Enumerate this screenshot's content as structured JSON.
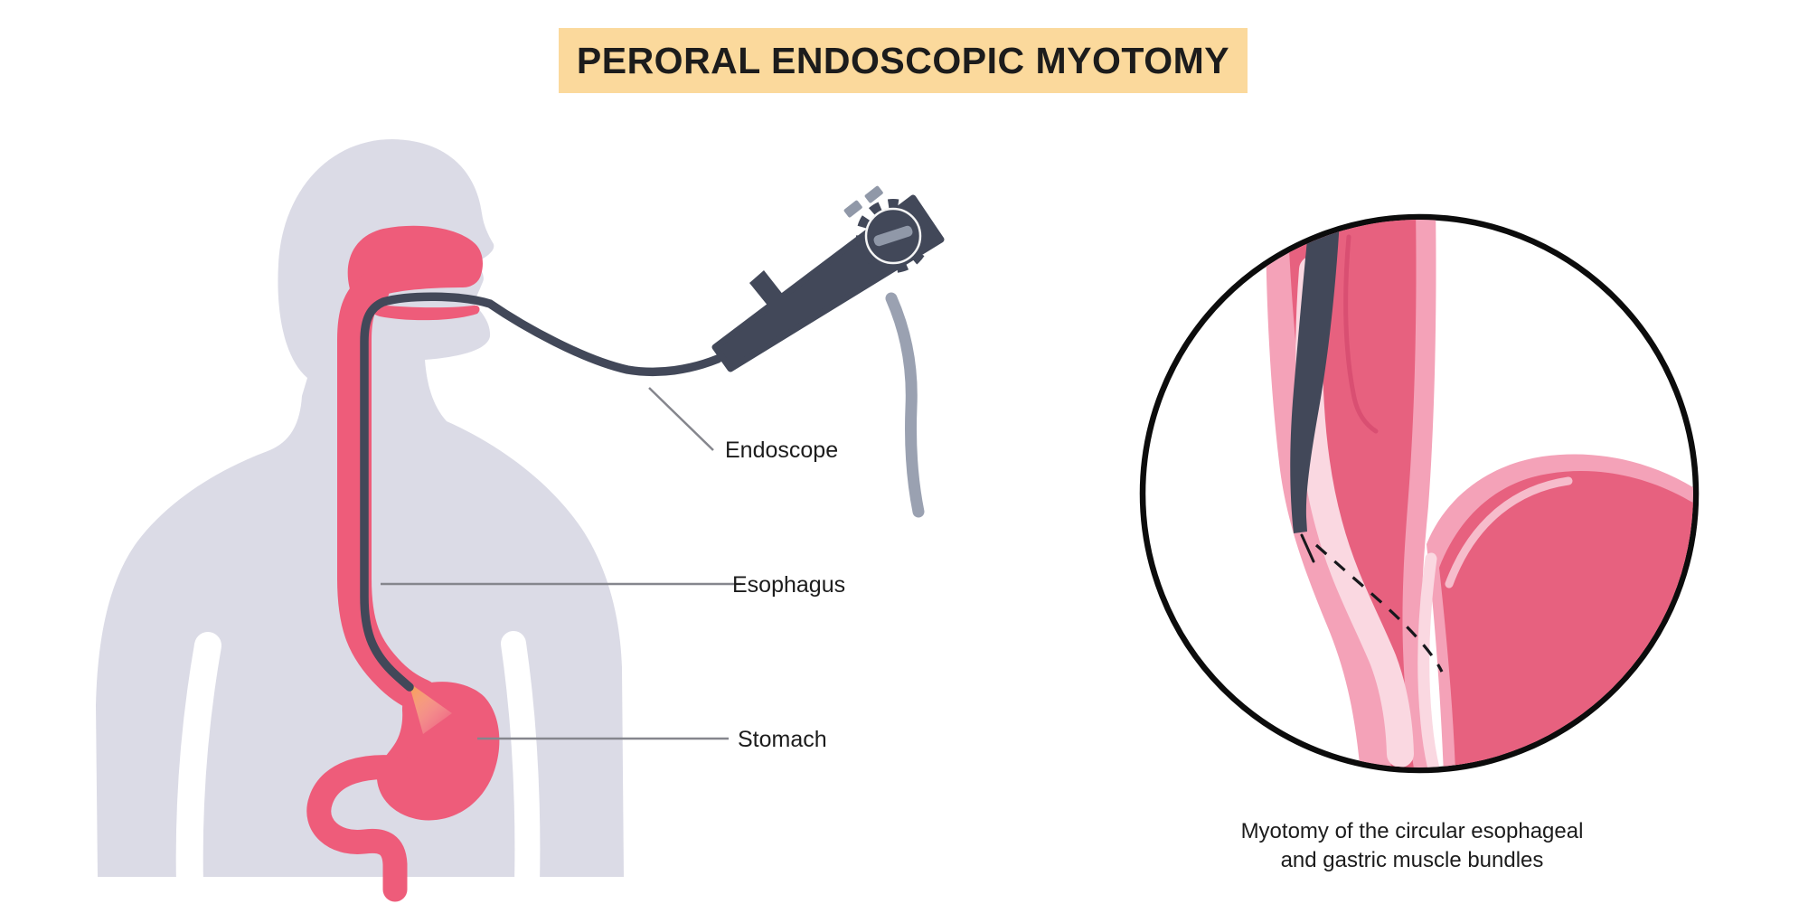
{
  "title": {
    "text": "PERORAL ENDOSCOPIC MYOTOMY"
  },
  "labels": {
    "endoscope": "Endoscope",
    "esophagus": "Esophagus",
    "stomach": "Stomach"
  },
  "inset": {
    "caption_line1": "Myotomy of the circular esophageal",
    "caption_line2": "and gastric muscle bundles"
  },
  "colors": {
    "banner_bg": "#fbd99c",
    "ink": "#1c1c1c",
    "body": "#dbdbe6",
    "organ_pink": "#ee5c7a",
    "scope_dark": "#424859",
    "scope_gray": "#9aa1b1",
    "scope_light": "#9098a8",
    "leader": "#85868d",
    "inset_dark_pink": "#e7617f",
    "inset_mid_pink": "#f4a2b8",
    "inset_pale_pink": "#fad8e1",
    "inset_flap": "#d94f72",
    "inset_outline": "#0c0c0c",
    "glow_start": "#f8a257",
    "glow_end": "#fdeccc"
  }
}
